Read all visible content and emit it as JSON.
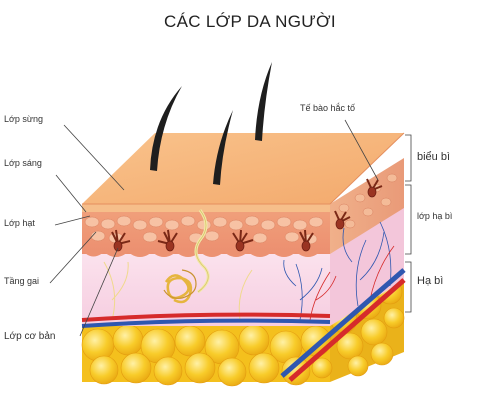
{
  "title": "CÁC LỚP DA NGƯỜI",
  "labels": {
    "lop_sung": "Lớp sừng",
    "lop_sang": "Lớp sáng",
    "lop_hat": "Lớp hạt",
    "tang_gai": "Tầng gai",
    "lop_co_ban": "Lớp cơ bản",
    "te_bao_hac_to": "Tế bào hắc tố",
    "bieu_bi": "biểu bì",
    "lop_ha_bi": "lớp hạ bì",
    "ha_bi": "Hạ bì"
  },
  "colors": {
    "stratum_corneum_top": "#f6b77a",
    "epidermis_front": "#f2a883",
    "dermis": "#f9d5e6",
    "fat": "#f7c520",
    "hair": "#1e1e1e",
    "melanocyte": "#9a3422",
    "artery": "#d62b2b",
    "vein": "#2f57b0",
    "leader_line": "#444444"
  }
}
